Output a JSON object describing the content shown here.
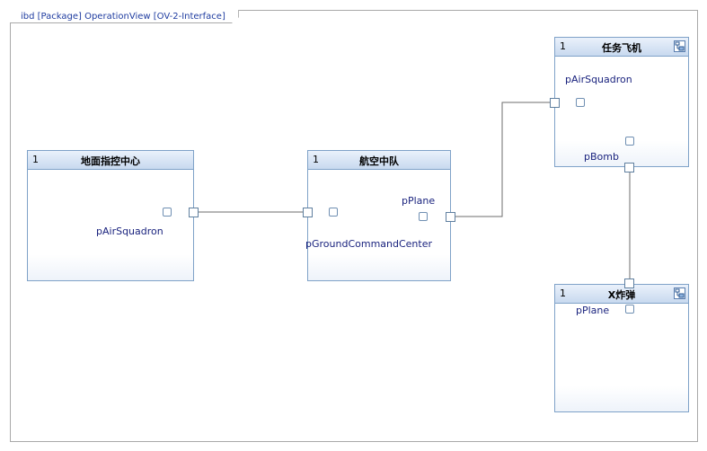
{
  "diagram": {
    "frame_title": "ibd [Package] OperationView [OV-2-Interface]"
  },
  "parts": {
    "ground": {
      "multiplicity": "1",
      "name": "地面指控中心",
      "port_label": "pAirSquadron"
    },
    "squadron": {
      "multiplicity": "1",
      "name": "航空中队",
      "port_label_plane": "pPlane",
      "port_label_ground": "pGroundCommandCenter"
    },
    "mission_plane": {
      "multiplicity": "1",
      "name": "任务飞机",
      "port_label_squadron": "pAirSquadron",
      "port_label_bomb": "pBomb"
    },
    "bomb": {
      "multiplicity": "1",
      "name": "X炸弹",
      "port_label": "pPlane"
    }
  },
  "colors": {
    "frame_border": "#a9a9a9",
    "part_border": "#7fa2c8",
    "header_gradient_top": "#eaf1fb",
    "header_gradient_bottom": "#c8d9ef",
    "label_text": "#1a237e",
    "connector": "#6e6e6e"
  }
}
